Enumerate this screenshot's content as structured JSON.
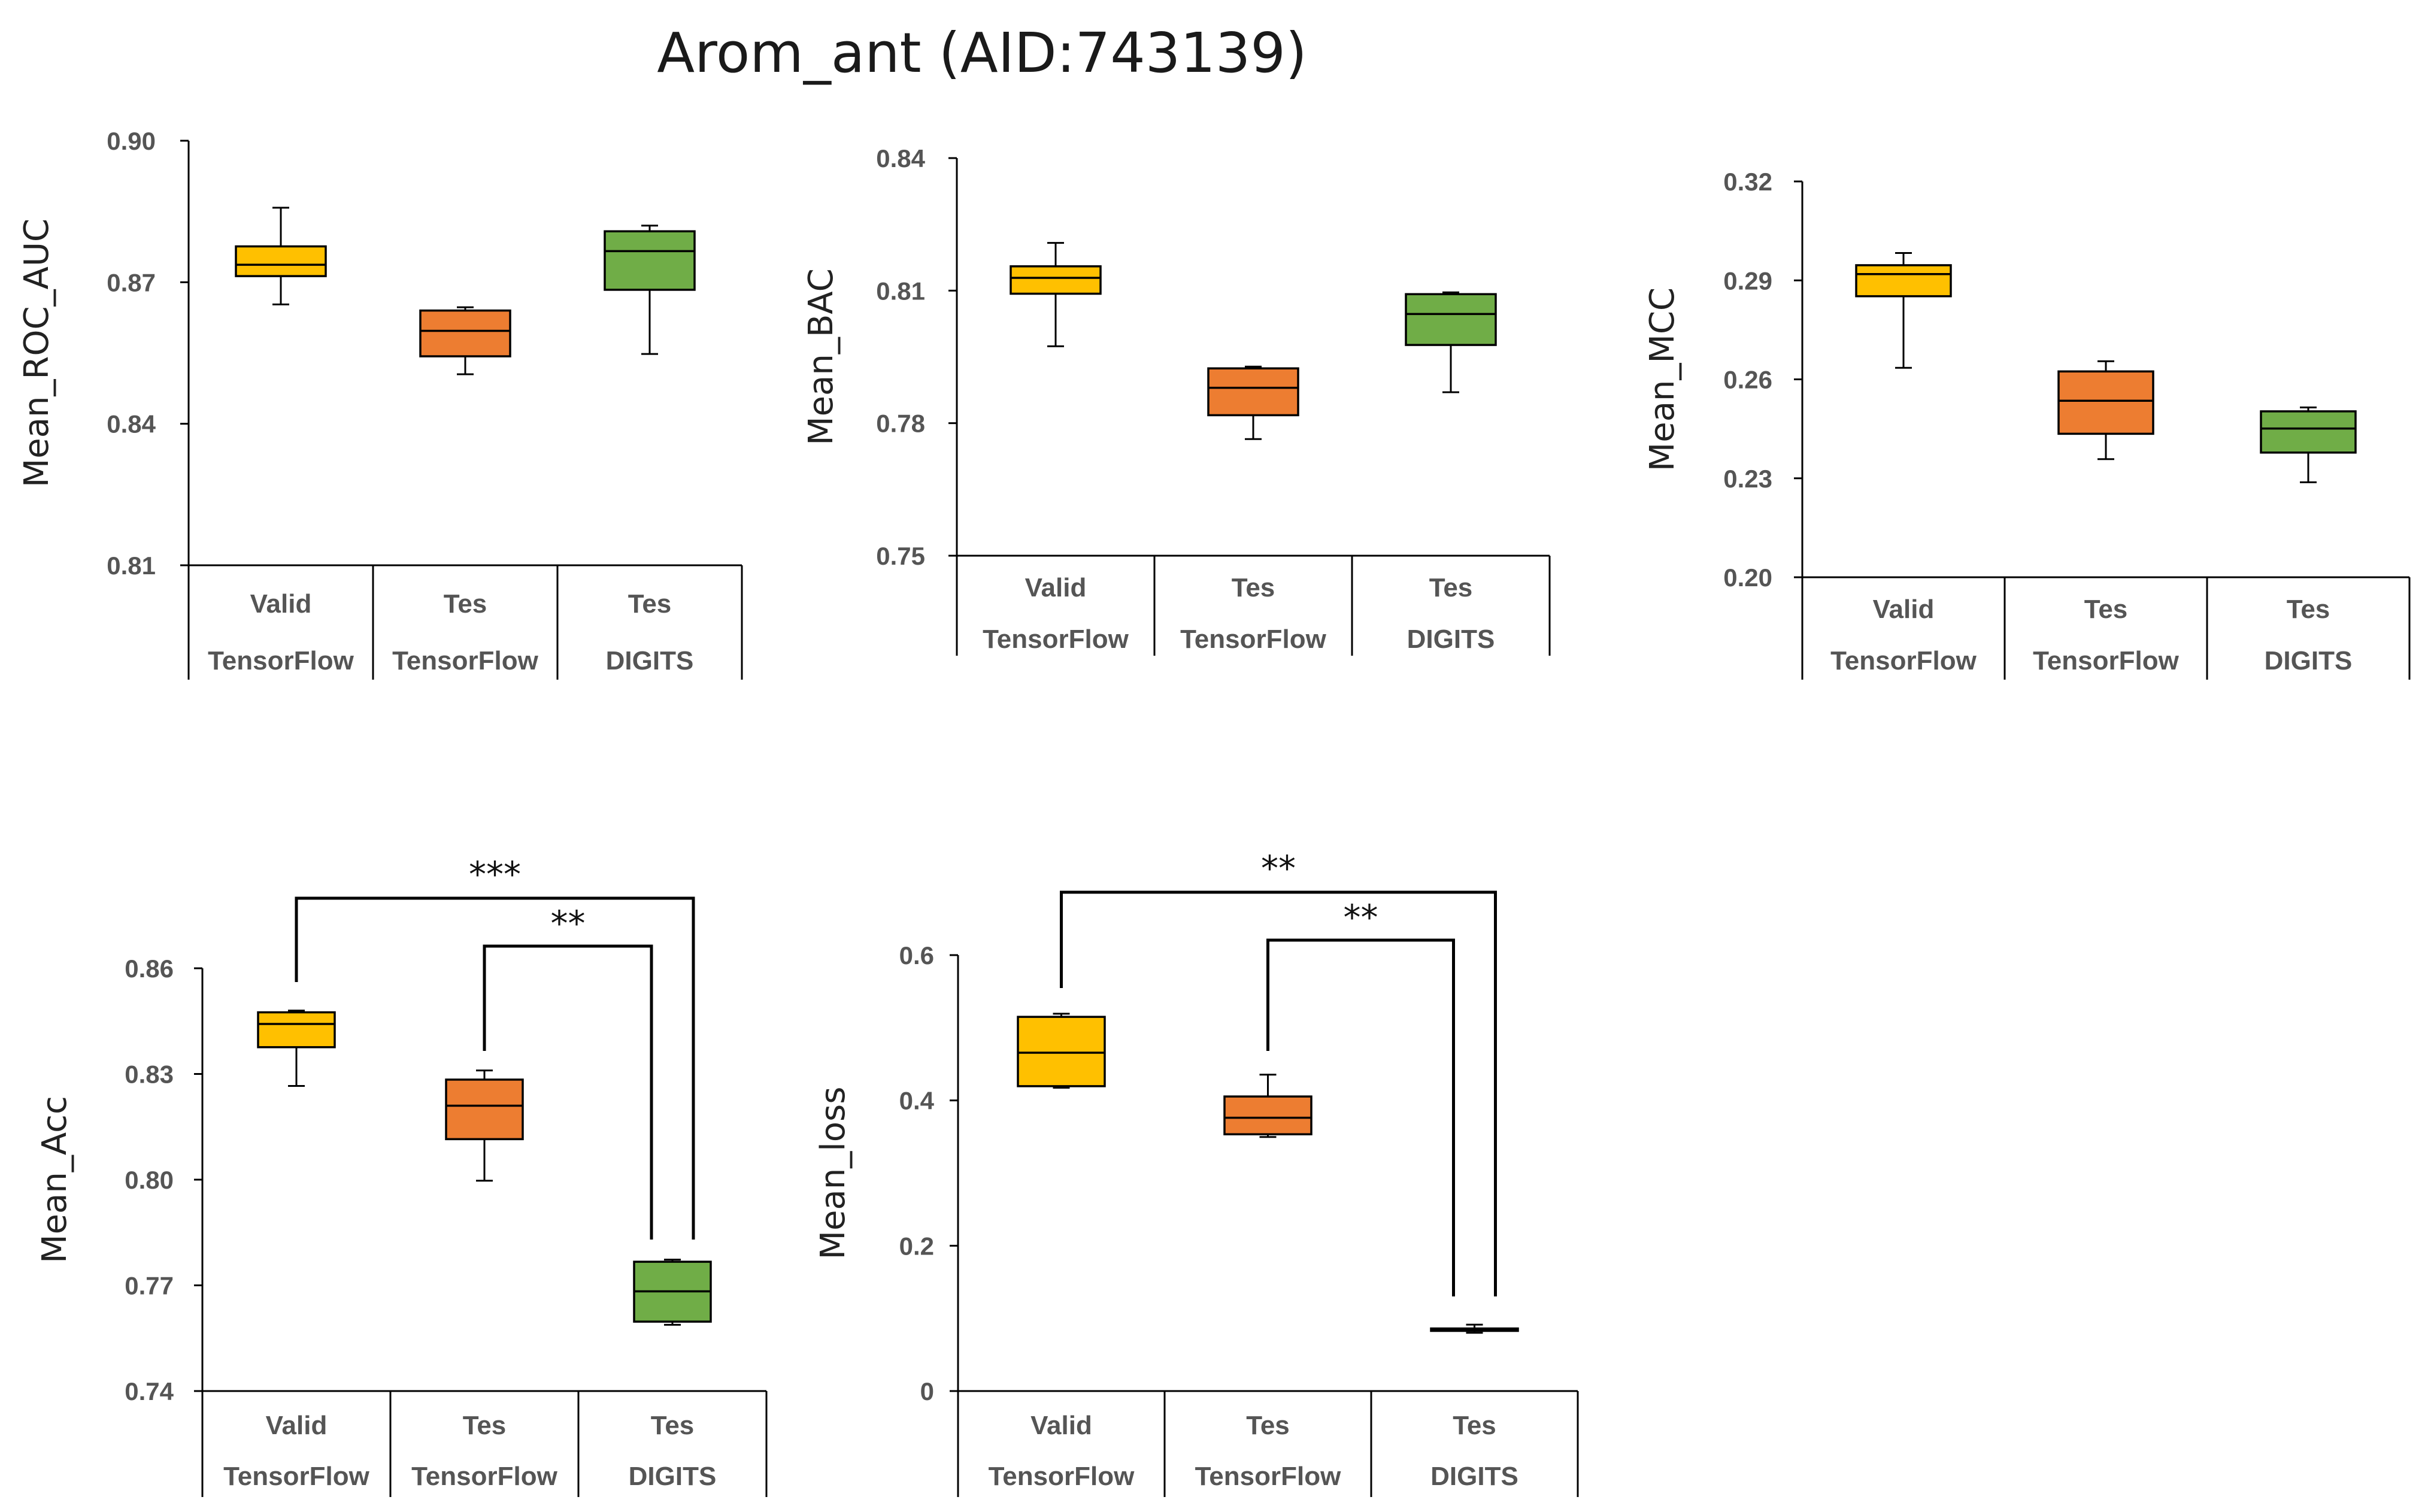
{
  "figure": {
    "title": "Arom_ant (AID:743139)"
  },
  "colors": {
    "yellow": "#FFC000",
    "orange": "#ED7D31",
    "green": "#70AD47",
    "stroke": "#000000"
  },
  "chart_data": [
    {
      "type": "box",
      "ylabel": "Mean_ROC_AUC",
      "ylim": [
        0.81,
        0.9
      ],
      "yticks": [
        "0.90",
        "0.87",
        "0.84",
        "0.81"
      ],
      "categories": [
        {
          "line1": "Valid",
          "line2": "TensorFlow"
        },
        {
          "line1": "Tes",
          "line2": "TensorFlow"
        },
        {
          "line1": "Tes",
          "line2": "DIGITS"
        }
      ],
      "boxes": [
        {
          "min": 0.8653,
          "q1": 0.8713,
          "median": 0.8737,
          "q3": 0.8776,
          "max": 0.8858,
          "color": "yellow"
        },
        {
          "min": 0.8505,
          "q1": 0.8543,
          "median": 0.8597,
          "q3": 0.864,
          "max": 0.8647,
          "color": "orange"
        },
        {
          "min": 0.8548,
          "q1": 0.8684,
          "median": 0.8766,
          "q3": 0.8808,
          "max": 0.882,
          "color": "green"
        }
      ],
      "significance": []
    },
    {
      "type": "box",
      "ylabel": "Mean_BAC",
      "ylim": [
        0.75,
        0.84
      ],
      "yticks": [
        "0.84",
        "0.81",
        "0.78",
        "0.75"
      ],
      "categories": [
        {
          "line1": "Valid",
          "line2": "TensorFlow"
        },
        {
          "line1": "Tes",
          "line2": "TensorFlow"
        },
        {
          "line1": "Tes",
          "line2": "DIGITS"
        }
      ],
      "boxes": [
        {
          "min": 0.7974,
          "q1": 0.8093,
          "median": 0.8129,
          "q3": 0.8155,
          "max": 0.8208,
          "color": "yellow"
        },
        {
          "min": 0.7764,
          "q1": 0.7818,
          "median": 0.788,
          "q3": 0.7924,
          "max": 0.7928,
          "color": "orange"
        },
        {
          "min": 0.787,
          "q1": 0.7977,
          "median": 0.8047,
          "q3": 0.8092,
          "max": 0.8096,
          "color": "green"
        }
      ],
      "significance": []
    },
    {
      "type": "box",
      "ylabel": "Mean_MCC",
      "ylim": [
        0.2,
        0.32
      ],
      "yticks": [
        "0.32",
        "0.29",
        "0.26",
        "0.23",
        "0.20"
      ],
      "categories": [
        {
          "line1": "Valid",
          "line2": "TensorFlow"
        },
        {
          "line1": "Tes",
          "line2": "TensorFlow"
        },
        {
          "line1": "Tes",
          "line2": "DIGITS"
        }
      ],
      "boxes": [
        {
          "min": 0.2635,
          "q1": 0.2852,
          "median": 0.2919,
          "q3": 0.2946,
          "max": 0.2983,
          "color": "yellow"
        },
        {
          "min": 0.2358,
          "q1": 0.2435,
          "median": 0.2535,
          "q3": 0.2624,
          "max": 0.2655,
          "color": "orange"
        },
        {
          "min": 0.2288,
          "q1": 0.2378,
          "median": 0.2451,
          "q3": 0.2503,
          "max": 0.2515,
          "color": "green"
        }
      ],
      "significance": []
    },
    {
      "type": "box",
      "ylabel": "Mean_Acc",
      "ylim": [
        0.74,
        0.86
      ],
      "yticks": [
        "0.86",
        "0.83",
        "0.80",
        "0.77",
        "0.74"
      ],
      "categories": [
        {
          "line1": "Valid",
          "line2": "TensorFlow"
        },
        {
          "line1": "Tes",
          "line2": "TensorFlow"
        },
        {
          "line1": "Tes",
          "line2": "DIGITS"
        }
      ],
      "boxes": [
        {
          "min": 0.8266,
          "q1": 0.8376,
          "median": 0.8442,
          "q3": 0.8475,
          "max": 0.848,
          "color": "yellow"
        },
        {
          "min": 0.7997,
          "q1": 0.8115,
          "median": 0.821,
          "q3": 0.8284,
          "max": 0.831,
          "color": "orange"
        },
        {
          "min": 0.7588,
          "q1": 0.7597,
          "median": 0.7683,
          "q3": 0.7767,
          "max": 0.7773,
          "color": "green"
        }
      ],
      "significance": [
        {
          "from": 0,
          "to": 2,
          "label": "***"
        },
        {
          "from": 1,
          "to": 2,
          "label": "**"
        }
      ]
    },
    {
      "type": "box",
      "ylabel": "Mean_loss",
      "ylim": [
        0,
        0.6
      ],
      "yticks": [
        "0.6",
        "0.4",
        "0.2",
        "0"
      ],
      "categories": [
        {
          "line1": "Valid",
          "line2": "TensorFlow"
        },
        {
          "line1": "Tes",
          "line2": "TensorFlow"
        },
        {
          "line1": "Tes",
          "line2": "DIGITS"
        }
      ],
      "boxes": [
        {
          "min": 0.4174,
          "q1": 0.4196,
          "median": 0.4657,
          "q3": 0.515,
          "max": 0.5193,
          "color": "yellow"
        },
        {
          "min": 0.3497,
          "q1": 0.3534,
          "median": 0.3761,
          "q3": 0.4054,
          "max": 0.4355,
          "color": "orange"
        },
        {
          "min": 0.0801,
          "q1": 0.0837,
          "median": 0.085,
          "q3": 0.0861,
          "max": 0.0914,
          "color": "green"
        }
      ],
      "significance": [
        {
          "from": 0,
          "to": 2,
          "label": "**"
        },
        {
          "from": 1,
          "to": 2,
          "label": "**"
        }
      ]
    }
  ]
}
